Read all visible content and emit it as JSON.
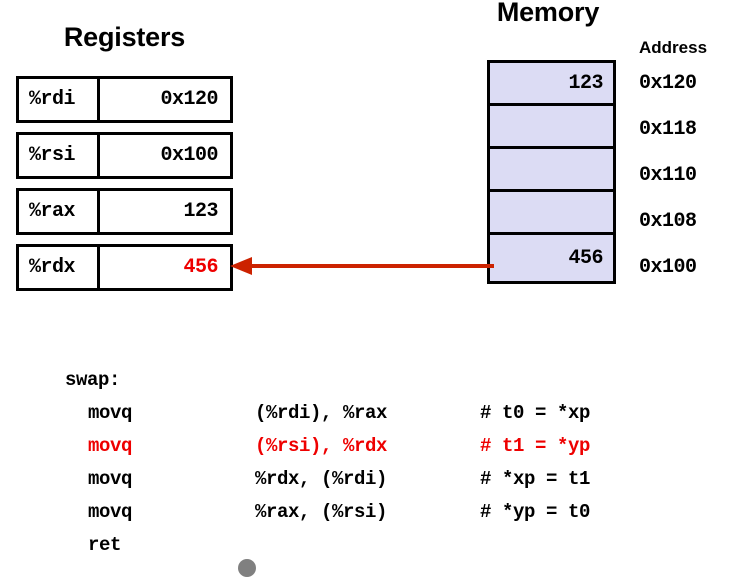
{
  "titles": {
    "registers": "Registers",
    "memory": "Memory",
    "address": "Address"
  },
  "colors": {
    "highlight_red": "#ee0000",
    "arrow_red": "#cc2200",
    "memory_fill": "#dcdcf4",
    "border": "#000000",
    "page_dot": "#808080"
  },
  "registers": [
    {
      "name": "%rdi",
      "value": "0x120",
      "highlight": false
    },
    {
      "name": "%rsi",
      "value": "0x100",
      "highlight": false
    },
    {
      "name": "%rax",
      "value": "123",
      "highlight": false
    },
    {
      "name": "%rdx",
      "value": "456",
      "highlight": true
    }
  ],
  "memory": {
    "cells": [
      {
        "value": "123",
        "address": "0x120"
      },
      {
        "value": "",
        "address": "0x118"
      },
      {
        "value": "",
        "address": "0x110"
      },
      {
        "value": "",
        "address": "0x108"
      },
      {
        "value": "456",
        "address": "0x100"
      }
    ]
  },
  "arrow": {
    "name": "memory-to-rdx-arrow",
    "from": "memory cell 0x100",
    "to": "register %rdx"
  },
  "code": {
    "lines": [
      {
        "label": "swap:",
        "mnemonic": "",
        "operands": "",
        "comment": "",
        "highlight": false
      },
      {
        "label": "",
        "mnemonic": "movq",
        "operands": "(%rdi), %rax",
        "comment": "# t0 = *xp",
        "highlight": false
      },
      {
        "label": "",
        "mnemonic": "movq",
        "operands": "(%rsi), %rdx",
        "comment": "# t1 = *yp",
        "highlight": true
      },
      {
        "label": "",
        "mnemonic": "movq",
        "operands": "%rdx, (%rdi)",
        "comment": "# *xp = t1",
        "highlight": false
      },
      {
        "label": "",
        "mnemonic": "movq",
        "operands": "%rax, (%rsi)",
        "comment": "# *yp = t0",
        "highlight": false
      },
      {
        "label": "",
        "mnemonic": "ret",
        "operands": "",
        "comment": "",
        "highlight": false
      }
    ]
  }
}
